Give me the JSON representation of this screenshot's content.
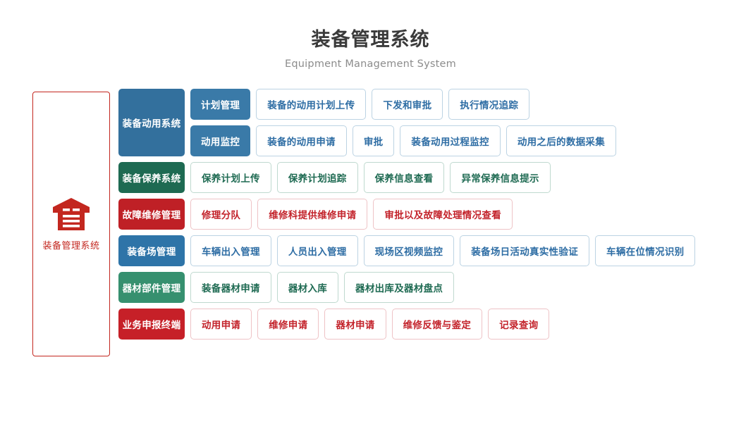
{
  "header": {
    "title": "装备管理系统",
    "subtitle": "Equipment Management System"
  },
  "brand": {
    "icon": "warehouse-icon",
    "label": "装备管理系统",
    "color": "#c3271f"
  },
  "colors": {
    "blue_dark": "#33709d",
    "blue_mid": "#3a7aa8",
    "blue_light": "#2e74a8",
    "green_dark": "#1e6a52",
    "green_mid": "#36906f",
    "red": "#bf2026",
    "outline_blue_border": "#bcd3e3",
    "outline_blue_text": "#2e6da4",
    "outline_green_border": "#bfd9cf",
    "outline_green_text": "#1e6a52",
    "outline_red_border": "#eec3c6",
    "outline_red_text": "#c3232b"
  },
  "rows": [
    {
      "category": "装备动用系统",
      "subrows": [
        {
          "lead": "计划管理",
          "nodes": [
            "装备的动用计划上传",
            "下发和审批",
            "执行情况追踪"
          ]
        },
        {
          "lead": "动用监控",
          "nodes": [
            "装备的动用申请",
            "审批",
            "装备动用过程监控",
            "动用之后的数据采集"
          ]
        }
      ]
    },
    {
      "category": "装备保养系统",
      "subrows": [
        {
          "lead": null,
          "nodes": [
            "保养计划上传",
            "保养计划追踪",
            "保养信息查看",
            "异常保养信息提示"
          ]
        }
      ]
    },
    {
      "category": "故障维修管理",
      "subrows": [
        {
          "lead": null,
          "nodes": [
            "修理分队",
            "维修科提供维修申请",
            "审批以及故障处理情况查看"
          ]
        }
      ]
    },
    {
      "category": "装备场管理",
      "subrows": [
        {
          "lead": null,
          "nodes": [
            "车辆出入管理",
            "人员出入管理",
            "现场区视频监控",
            "装备场日活动真实性验证",
            "车辆在位情况识别"
          ]
        }
      ]
    },
    {
      "category": "器材部件管理",
      "subrows": [
        {
          "lead": null,
          "nodes": [
            "装备器材申请",
            "器材入库",
            "器材出库及器材盘点"
          ]
        }
      ]
    },
    {
      "category": "业务申报终端",
      "subrows": [
        {
          "lead": null,
          "nodes": [
            "动用申请",
            "维修申请",
            "器材申请",
            "维修反馈与鉴定",
            "记录查询"
          ]
        }
      ]
    }
  ]
}
